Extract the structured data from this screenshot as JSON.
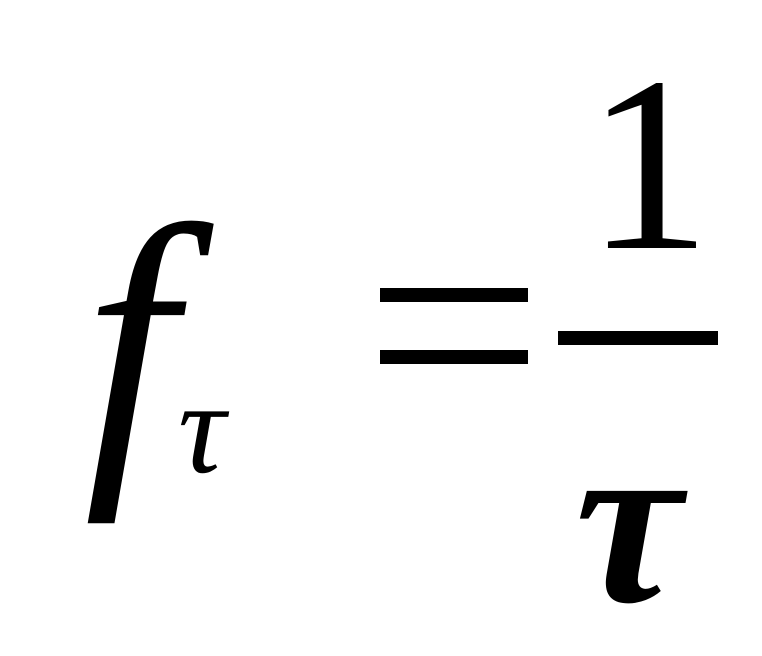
{
  "formula": {
    "lhs_symbol": "f",
    "lhs_subscript": "τ",
    "operator": "=",
    "numerator": "1",
    "denominator": "τ"
  }
}
